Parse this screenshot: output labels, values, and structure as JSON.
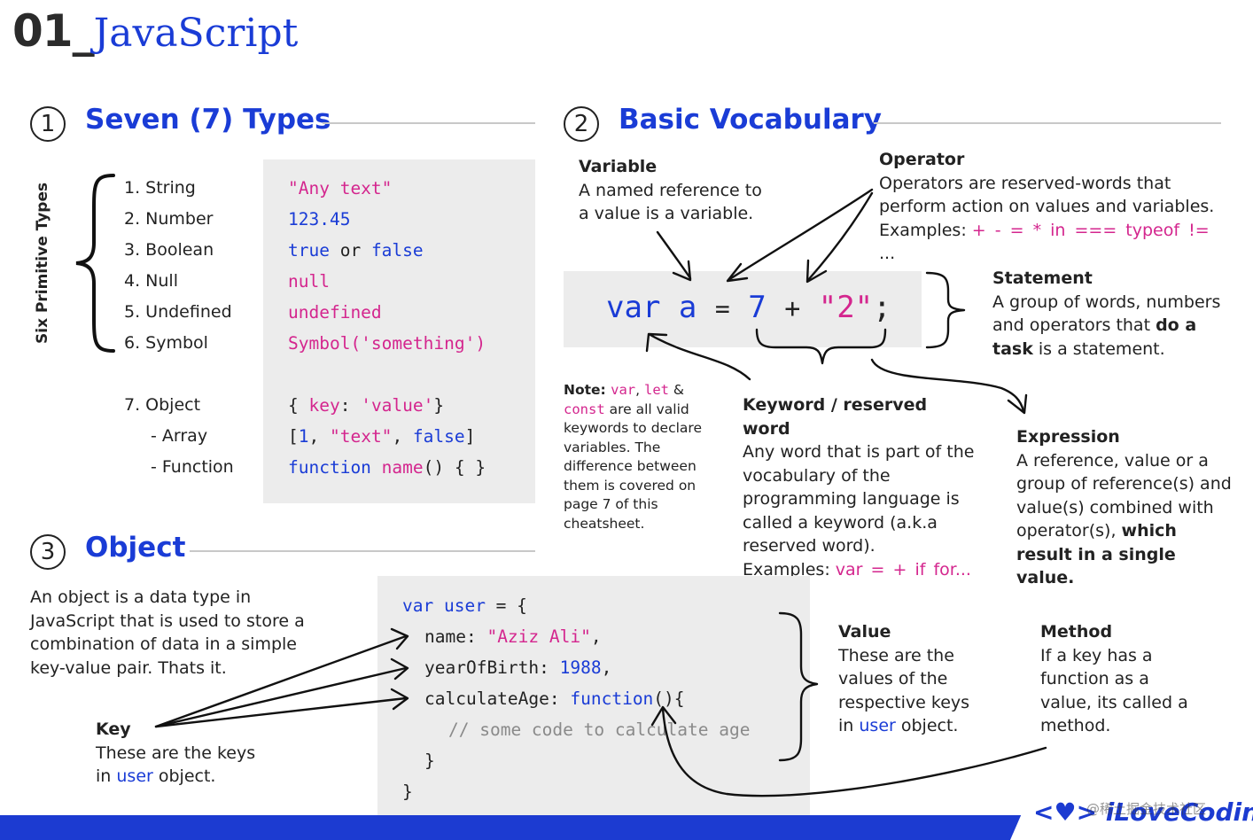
{
  "header": {
    "number": "01_",
    "title": "JavaScript"
  },
  "section1": {
    "num": "1",
    "title": "Seven (7) Types",
    "side_label": "Six Primitive Types",
    "types": [
      "1. String",
      "2. Number",
      "3. Boolean",
      "4. Null",
      "5. Undefined",
      "6. Symbol",
      "7. Object",
      "- Array",
      "- Function"
    ],
    "examples": {
      "string": "\"Any text\"",
      "number": "123.45",
      "bool_true": "true",
      "bool_or": " or ",
      "bool_false": "false",
      "null": "null",
      "undefined": "undefined",
      "symbol": "Symbol('something')",
      "obj_open": "{ ",
      "obj_key": "key",
      "obj_colon": ": ",
      "obj_val": "'value'",
      "obj_close": "}",
      "arr_open": "[",
      "arr_1": "1",
      "arr_c1": ", ",
      "arr_text": "\"text\"",
      "arr_c2": ", ",
      "arr_false": "false",
      "arr_close": "]",
      "fn_kw": "function",
      "fn_name": " name",
      "fn_rest": "() { }"
    }
  },
  "section2": {
    "num": "2",
    "title": "Basic Vocabulary",
    "code": {
      "var": "var",
      "a": "a",
      "eq": "=",
      "seven": "7",
      "plus": "+",
      "str": "\"2\"",
      "semi": ";"
    },
    "variable": {
      "heading": "Variable",
      "text": "A named reference to a value is a variable."
    },
    "operator": {
      "heading": "Operator",
      "text": "Operators are reserved-words that perform action on values and variables.",
      "examples_label": "Examples: ",
      "examples": "+ - = * in === typeof != ",
      "ellipsis": "..."
    },
    "statement": {
      "heading": "Statement",
      "text1": "A group of words, numbers and operators that ",
      "bold": "do a task",
      "text2": " is a statement."
    },
    "note": {
      "label": "Note: ",
      "var": "var",
      "comma": ", ",
      "let": "let",
      "amp": " & ",
      "const": "const",
      "text": " are all valid keywords to declare variables. The difference between them is covered on page 7 of this cheatsheet."
    },
    "keyword": {
      "heading": "Keyword / reserved word",
      "text": "Any word that is part of the vocabulary of the programming language is called a keyword (a.k.a reserved word).",
      "examples_label": "Examples: ",
      "examples": "var = + if for..."
    },
    "expression": {
      "heading": "Expression",
      "text": "A reference, value or a group of reference(s) and value(s) combined with operator(s), ",
      "bold": "which result in a single value."
    }
  },
  "section3": {
    "num": "3",
    "title": "Object",
    "intro": "An object is a data type in JavaScript that is used to store a combination of data in a simple key-value pair. Thats it.",
    "code": {
      "l1_var": "var",
      "l1_user": " user",
      "l1_rest": " = {",
      "l2_key": "name: ",
      "l2_val": "\"Aziz Ali\"",
      "l2_end": ",",
      "l3_key": "yearOfBirth: ",
      "l3_val": "1988",
      "l3_end": ",",
      "l4_key": "calculateAge: ",
      "l4_fn": "function",
      "l4_end": "(){",
      "l5": "// some code to calculate age",
      "l6": "}",
      "l7": "}"
    },
    "key": {
      "heading": "Key",
      "text1": "These are the keys in ",
      "user": "user",
      "text2": " object."
    },
    "value": {
      "heading": "Value",
      "text1": "These are the values of the respective keys in ",
      "user": "user",
      "text2": " object."
    },
    "method": {
      "heading": "Method",
      "text": "If a key has a function as a value, its called a method."
    }
  },
  "footer": {
    "brand": "iLoveCoding",
    "watermark": "@稀土掘金技术社区"
  },
  "colors": {
    "blue": "#1a3cd6",
    "pink": "#d4268e",
    "banner": "#1c3bd1",
    "grey_box": "#ececec"
  }
}
